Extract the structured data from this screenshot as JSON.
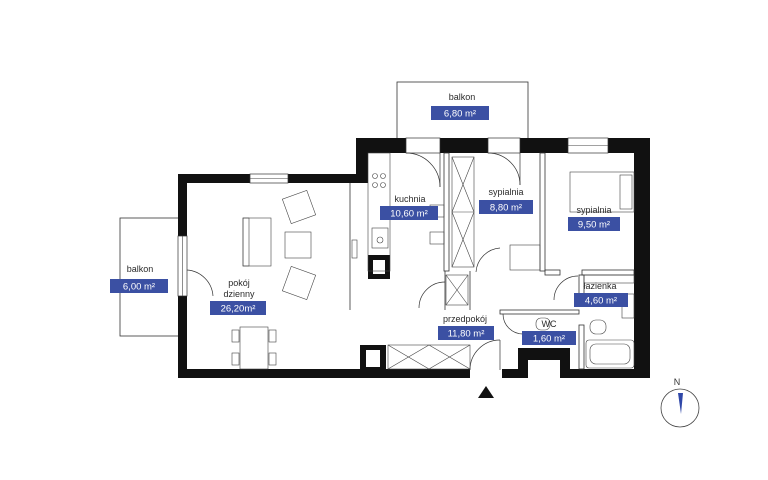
{
  "rooms": {
    "balkon_top": {
      "name": "balkon",
      "area": "6,80 m²"
    },
    "balkon_left": {
      "name": "balkon",
      "area": "6,00 m²"
    },
    "kuchnia": {
      "name": "kuchnia",
      "area": "10,60 m²"
    },
    "sypialnia_1": {
      "name": "sypialnia",
      "area": "8,80 m²"
    },
    "sypialnia_2": {
      "name": "sypialnia",
      "area": "9,50 m²"
    },
    "lazienka": {
      "name": "łazienka",
      "area": "4,60 m²"
    },
    "pokoj_line1": "pokój",
    "pokoj_line2": "dzienny",
    "pokoj_area": "26,20m²",
    "przedpokoj": {
      "name": "przedpokój",
      "area": "11,80 m²"
    },
    "wc": {
      "name": "WC",
      "area": "1,60 m²"
    }
  },
  "compass": {
    "letter": "N"
  },
  "colors": {
    "tag": "#3b50a3",
    "wall": "#111111",
    "compass_needle": "#2f47a8"
  }
}
